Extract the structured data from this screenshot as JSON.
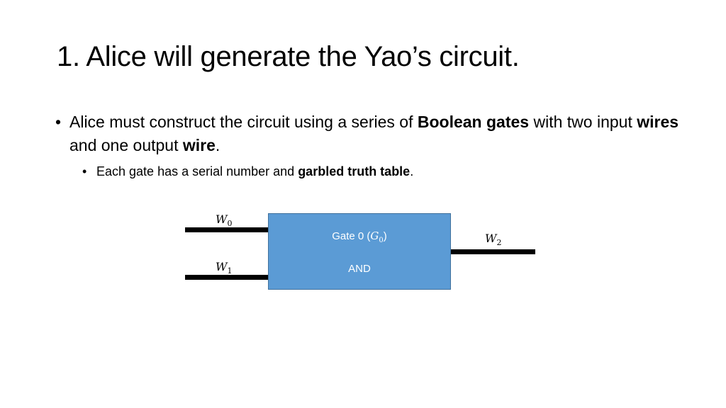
{
  "title": "1. Alice will generate the Yao’s circuit.",
  "bullet1": {
    "t1": "Alice must construct the circuit using a series of ",
    "b1": "Boolean gates",
    "t2": " with two input ",
    "b2": "wires",
    "t3": " and one output ",
    "b3": "wire",
    "t4": "."
  },
  "bullet2": {
    "t1": "Each gate has a serial number and ",
    "b1": "garbled truth table",
    "t2": "."
  },
  "diagram": {
    "gate_prefix": "Gate 0 (",
    "gate_var": "G",
    "gate_var_sub": "0",
    "gate_suffix": ")",
    "gate_type": "AND",
    "w0": {
      "var": "W",
      "sub": "0"
    },
    "w1": {
      "var": "W",
      "sub": "1"
    },
    "w2": {
      "var": "W",
      "sub": "2"
    },
    "gate_color": "#5b9bd5",
    "gate_border_color": "#41719c"
  }
}
